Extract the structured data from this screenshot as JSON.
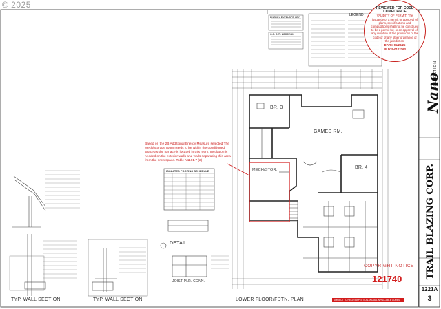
{
  "watermark": "© 2025",
  "stamp": {
    "heading": "REVIEWED FOR CODE COMPLIANCE",
    "text": "VALIDITY OF PERMIT: The issuance of a permit or approval of plans, specifications and computations shall not be construed to be a permit for, or an approval of, any violation of the provisions of the code or of any other ordinance of the jurisdiction.",
    "date": "DATE: 05/29/25",
    "permit": "BLD25-0102163"
  },
  "annotation": "Based on the 2B Additional Energy Measure selected The Mech/Storage room needs to be within the conditioned space as the furnace is located in this room. Insulation is needed on the exterior walls and walls separating this area from the crawlspace. Table N1101.7 (2)",
  "labels": {
    "wall_section_1": "TYP. WALL SECTION",
    "wall_section_2": "TYP. WALL SECTION",
    "detail": "DETAIL",
    "joist_conn": "JOIST PLR. CONN.",
    "plan_title": "LOWER FLOOR/FDTN. PLAN",
    "legend": "LEGEND",
    "schedule": "ISOLATED FOOTING SCHEDULE",
    "room_br3": "BR. 3",
    "room_games": "GAMES RM.",
    "room_br4": "BR. 4",
    "room_mech": "MECH/STOR."
  },
  "copyright": "COPYRIGHT NOTICE",
  "permit_number": "121740",
  "red_notice": "SUBJECT TO FIELD INSPECTION AND ALL APPLICABLE CODES",
  "title_block": {
    "brand": "Nano",
    "brand_sub": "COLLECTION",
    "company": "TRAIL BLAZING CORP.",
    "sheet": "1221A",
    "sheet_no": "3"
  }
}
